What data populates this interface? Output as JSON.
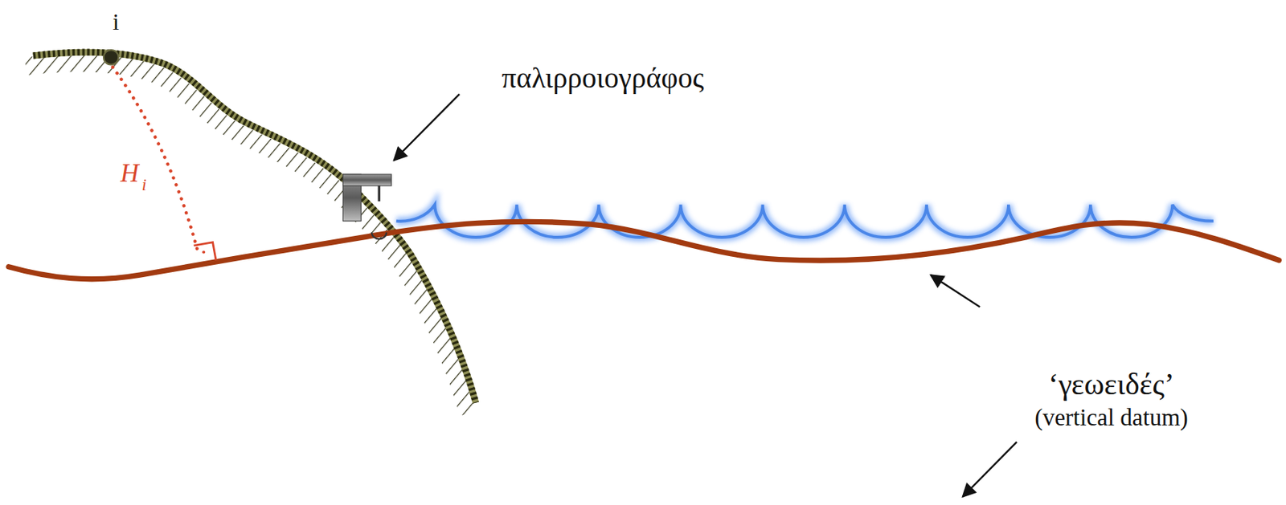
{
  "diagram": {
    "labels": [
      "i",
      "παλιρροιογράφος",
      "H",
      "i",
      "‘γεωειδές’",
      "(vertical datum)"
    ]
  }
}
